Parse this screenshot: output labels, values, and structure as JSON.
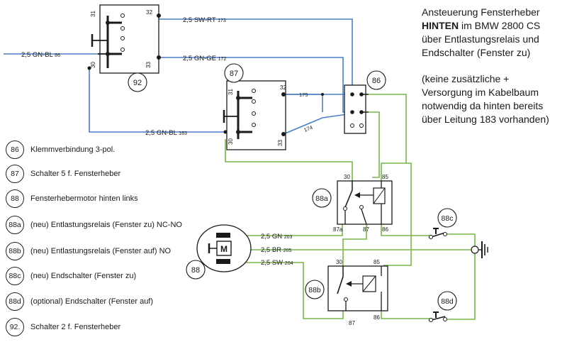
{
  "title": {
    "line1": "Ansteuerung Fensterheber",
    "line2_bold": "HINTEN",
    "line2_rest": " im BMW 2800 CS",
    "line3": "über Entlastungsrelais und",
    "line4": "Endschalter (Fenster zu)",
    "note1": "(keine zusätzliche +",
    "note2": "Versorgung im Kabelbaum",
    "note3": "notwendig da hinten bereits",
    "note4": "über Leitung 183 vorhanden)"
  },
  "legend": [
    {
      "id": "86",
      "text": "Klemmverbindung 3-pol."
    },
    {
      "id": "87",
      "text": "Schalter 5 f. Fensterheber"
    },
    {
      "id": "88",
      "text": "Fensterhebermotor hinten links"
    },
    {
      "id": "88a",
      "text": "(neu) Entlastungsrelais (Fenster zu) NC-NO"
    },
    {
      "id": "88b",
      "text": "(neu) Entlastungsrelais (Fenster auf) NO"
    },
    {
      "id": "88c",
      "text": "(neu) Endschalter (Fenster zu)"
    },
    {
      "id": "88d",
      "text": "(optional) Endschalter (Fenster auf)"
    },
    {
      "id": "92.",
      "text": "Schalter 2 f. Fensterheber"
    }
  ],
  "wires": {
    "sw_rt": "2,5 SW-RT",
    "sw_rt_no": "173",
    "gn_ge": "2,5 GN-GE",
    "gn_ge_no": "172",
    "gn_bl86": "2,5 GN-BL",
    "gn_bl86_no": "86",
    "gn_bl183": "2,5 GN-BL",
    "gn_bl183_no": "183",
    "w175": "175",
    "w174": "174",
    "gn203": "2,5 GN",
    "gn203_no": "203",
    "br205": "2,5 BR",
    "br205_no": "205",
    "sw204": "2,5 SW",
    "sw204_no": "204"
  },
  "components": {
    "c92": "92",
    "c87": "87",
    "c86": "86",
    "c88a": "88a",
    "c88b": "88b",
    "c88c": "88c",
    "c88d": "88d",
    "c88": "88",
    "motor": "M"
  },
  "terminals": {
    "s92_31": "31",
    "s92_32": "32",
    "s92_30": "30",
    "s92_33": "33",
    "s87_31": "31",
    "s87_32": "32",
    "s87_30": "30",
    "s87_33": "33",
    "ra_30": "30",
    "ra_85": "85",
    "ra_87a": "87a",
    "ra_87": "87",
    "ra_86": "86",
    "rb_30": "30",
    "rb_85": "85",
    "rb_87": "87",
    "rb_86": "86"
  },
  "colors": {
    "blue_wire": "#4a7fc8",
    "green_wire": "#7ab648",
    "black_line": "#1a1a1a"
  }
}
